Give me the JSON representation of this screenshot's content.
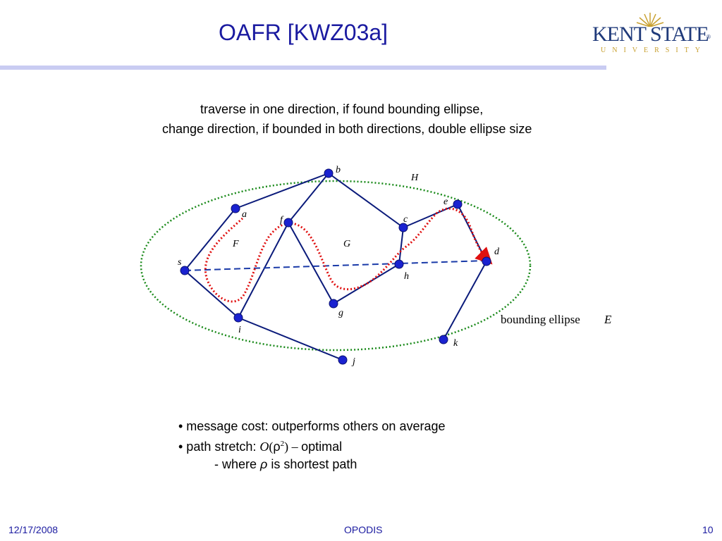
{
  "slide": {
    "title": "OAFR [KWZ03a]",
    "subtitle_line1": "traverse in one direction, if found bounding ellipse,",
    "subtitle_line2": "change direction, if bounded in both directions, double ellipse size"
  },
  "logo": {
    "main": "KENT STATE",
    "sub": "UNIVERSITY",
    "registered": "®"
  },
  "diagram": {
    "node_labels": {
      "s": "s",
      "a": "a",
      "b": "b",
      "c": "c",
      "d": "d",
      "e": "e",
      "f": "f",
      "g": "g",
      "h": "h",
      "i": "i",
      "j": "j",
      "k": "k"
    },
    "face_labels": {
      "F": "F",
      "G": "G",
      "H": "H"
    },
    "ellipse_label": "bounding ellipse",
    "ellipse_symbol": "E",
    "colors": {
      "edge": "#0a1a7a",
      "node": "#1a22d0",
      "dashed_line": "#1a3aa8",
      "ellipse": "#1a8a1a",
      "path": "#e01010"
    }
  },
  "bullets": {
    "b1": "• message cost: outperforms others on average",
    "b2_prefix": "• path stretch: ",
    "b2_O": "O",
    "b2_open": "(",
    "b2_rho": "ρ",
    "b2_exp": "2",
    "b2_close": ")",
    "b2_dash": " – ",
    "b2_suffix": "optimal",
    "b3_prefix": "- where ",
    "b3_rho": "ρ",
    "b3_suffix": " is shortest path"
  },
  "footer": {
    "date": "12/17/2008",
    "event": "OPODIS",
    "page": "10"
  }
}
